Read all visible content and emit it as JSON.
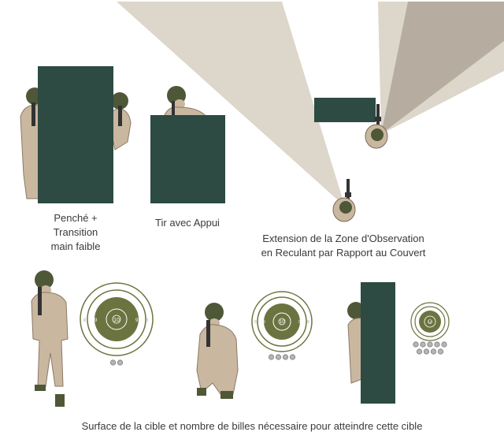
{
  "captions": {
    "lean_transition": [
      "Penché +",
      "Transition",
      "main faible"
    ],
    "supported_fire": "Tir avec Appui",
    "observation_zone": [
      "Extension de la Zone d'Observation",
      "en Reculant par Rapport au Couvert"
    ],
    "target_surface": "Surface de la cible et nombre de billes nécessaire pour atteindre cette cible"
  },
  "targets": [
    {
      "center_label": "10",
      "pellets": 2
    },
    {
      "center_label": "10",
      "pellets": 4
    },
    {
      "center_label": "10",
      "pellets": 9
    }
  ],
  "colors": {
    "cover": "#2d4a43",
    "uniform": "#c9b7a0",
    "helmet": "#4e5737",
    "target_green": "#6b7440",
    "cone_light": "#ddd6ca",
    "cone_dark": "#b6ada0"
  }
}
